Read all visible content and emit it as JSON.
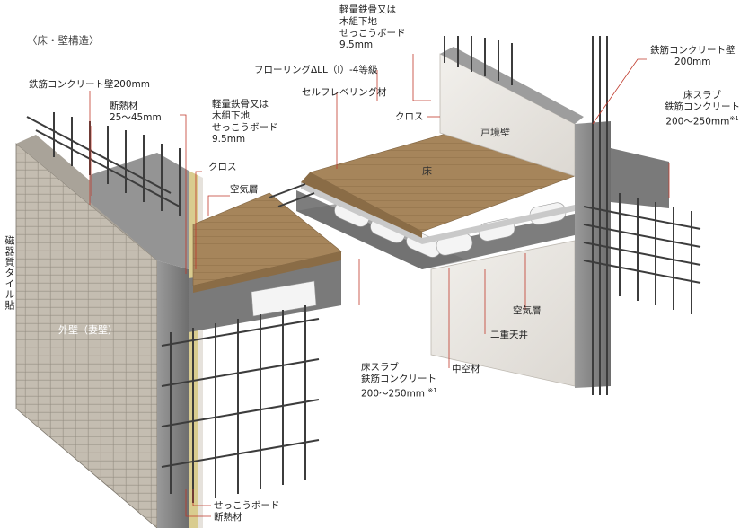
{
  "title": "〈床・壁構造〉",
  "labels": {
    "concrete_wall_left": "鉄筋コンクリート壁200mm",
    "insulation_top": "断熱材\n25〜45mm",
    "lgs_left": "軽量鉄骨又は\n木組下地\nせっこうボード\n9.5mm",
    "cloth_left": "クロス",
    "air_layer_left": "空気層",
    "tile": "磁器質タイル貼",
    "outer_wall": "外壁（妻壁）",
    "slab_center_1": "床スラブ",
    "slab_center_2": "鉄筋コンクリート",
    "slab_center_3": "200〜250mm",
    "note_mark": "※1",
    "gypsum_bottom": "せっこうボード",
    "insulation_bottom": "断熱材",
    "lgs_top": "軽量鉄骨又は\n木組下地\nせっこうボード\n9.5mm",
    "flooring": "フローリングΔLL（Ⅰ）-4等級",
    "self_leveling": "セルフレベリング材",
    "cloth_right": "クロス",
    "partition_wall": "戸境壁",
    "floor": "床",
    "concrete_wall_right": "鉄筋コンクリート壁\n200mm",
    "slab_right_1": "床スラブ",
    "slab_right_2": "鉄筋コンクリート",
    "slab_right_3": "200〜250mm",
    "air_layer_right": "空気層",
    "double_ceiling": "二重天井",
    "hollow_material": "中空材"
  },
  "colors": {
    "tile": "#b9b2a6",
    "concrete": "#8f8f8f",
    "concrete_dark": "#5d5d5d",
    "floor_wood": "#a6855b",
    "gypsum": "#e6e2dc",
    "insulation": "#d9cc8f",
    "rebar": "#444444",
    "leader_line": "#c0392b",
    "hollow": "#f4f4f4"
  }
}
